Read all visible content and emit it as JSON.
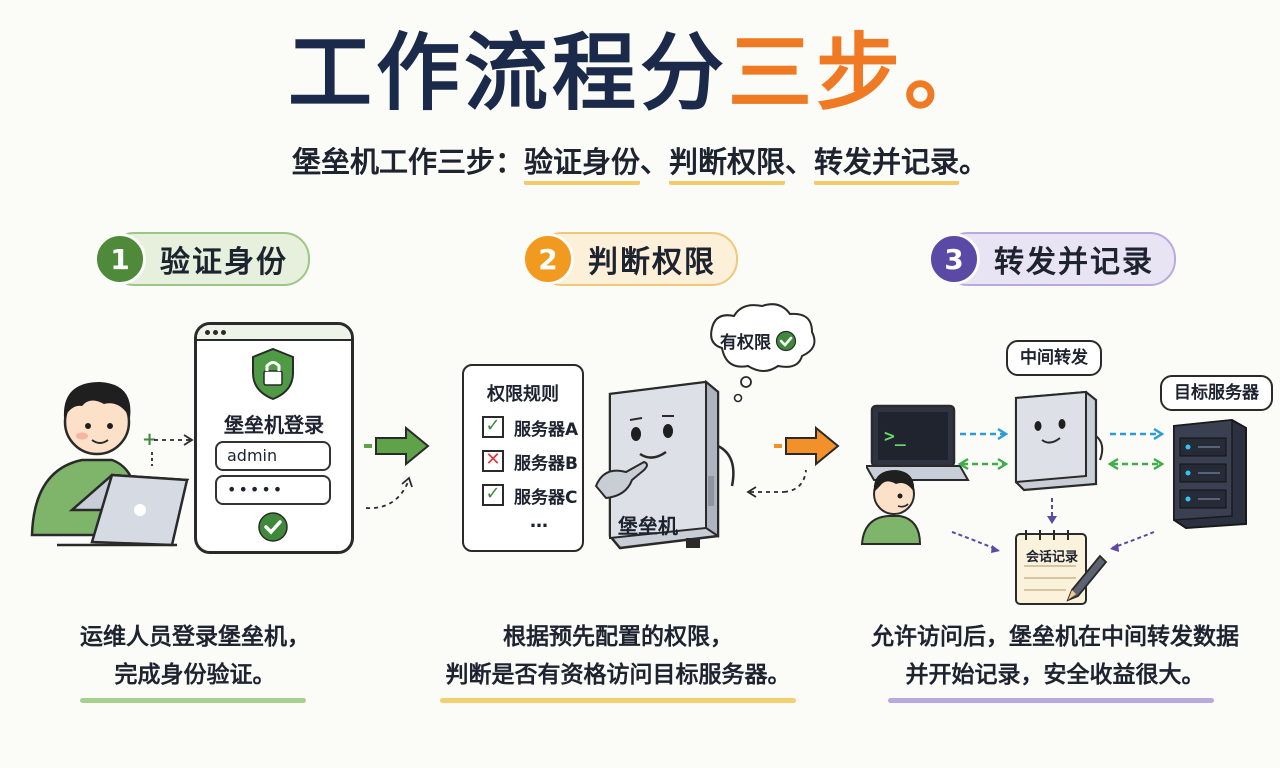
{
  "title": {
    "main": "工作流程分",
    "accent": "三步。"
  },
  "subtitle": {
    "lead": "堡垒机工作三步：",
    "p1": "验证身份",
    "sep1": "、",
    "p2": "判断权限",
    "sep2": "、",
    "p3": "转发并记录",
    "end": "。"
  },
  "steps": [
    {
      "num": "1",
      "label": "验证身份",
      "color": "#4e8a3a",
      "pill_bg": "#e6f0dc",
      "login_title": "堡垒机登录",
      "username": "admin",
      "password": "•••••",
      "caption_lines": [
        "运维人员登录堡垒机，",
        "完成身份验证。"
      ],
      "underline": "#a9cf8f"
    },
    {
      "num": "2",
      "label": "判断权限",
      "color": "#f29a1f",
      "pill_bg": "#fdf0d8",
      "rules_title": "权限规则",
      "rules": [
        {
          "name": "服务器A",
          "state": "✓"
        },
        {
          "name": "服务器B",
          "state": "✕"
        },
        {
          "name": "服务器C",
          "state": "✓"
        }
      ],
      "rules_more": "…",
      "device_label": "堡垒机",
      "thought": "有权限",
      "caption_lines": [
        "根据预先配置的权限，",
        "判断是否有资格访问目标服务器。"
      ],
      "underline": "#f4cf6f"
    },
    {
      "num": "3",
      "label": "转发并记录",
      "color": "#5b49a6",
      "pill_bg": "#e9e4f4",
      "relay_label": "中间转发",
      "target_label": "目标服务器",
      "terminal_prompt": ">_",
      "log_label": "会话记录",
      "caption_lines": [
        "允许访问后，堡垒机在中间转发数据",
        "并开始记录，安全收益很大。"
      ],
      "underline": "#b9a8e0"
    }
  ],
  "colors": {
    "navy": "#1b2a4a",
    "orange": "#f07a23",
    "green": "#3f8a3a",
    "blue": "#2f9bd6",
    "purple": "#5b49a6"
  },
  "icons": [
    "shield-lock-icon",
    "check-circle-icon",
    "arrow-right-icon",
    "terminal-icon",
    "server-rack-icon",
    "notepad-pen-icon"
  ]
}
